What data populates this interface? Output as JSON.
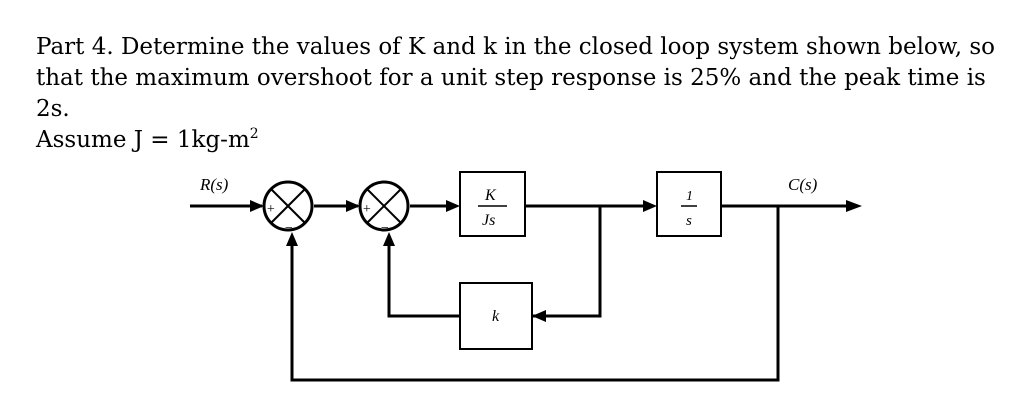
{
  "problem": {
    "line1": "Part 4.  Determine the values of K and k in the closed loop system shown below, so",
    "line2": "that the maximum overshoot for a unit step response is 25% and the peak time is 2s.",
    "line3_prefix": "Assume J = 1kg-m",
    "line3_exp": "2"
  },
  "diagram": {
    "input_label": "R(s)",
    "output_label": "C(s)",
    "sum1_plus": "+",
    "sum1_minus": "−",
    "sum2_plus": "+",
    "sum2_minus": "−",
    "block1_num": "K",
    "block1_den": "Js",
    "block2_num": "1",
    "block2_den": "s",
    "feedback_block": "k"
  }
}
